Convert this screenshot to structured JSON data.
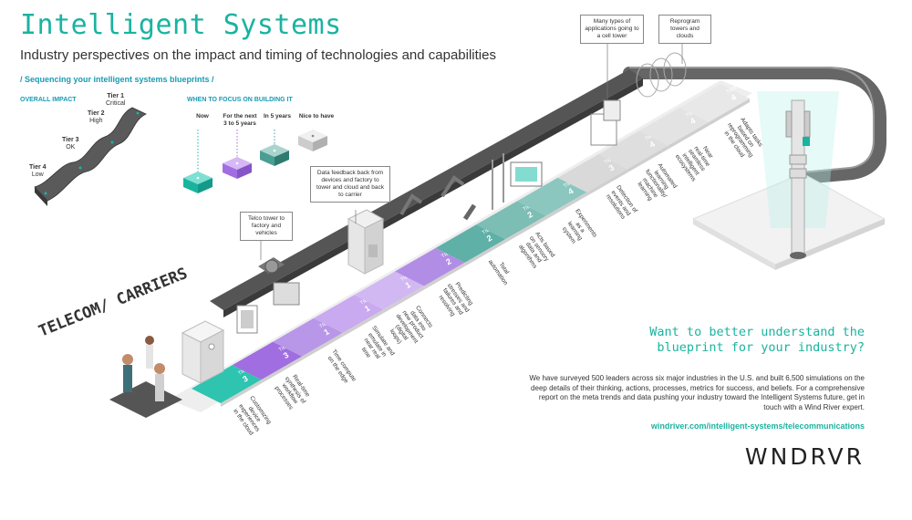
{
  "header": {
    "title": "Intelligent Systems",
    "subtitle": "Industry perspectives on the impact and timing of technologies and capabilities",
    "section_label": "/ Sequencing your intelligent systems blueprints /"
  },
  "overall_impact": {
    "heading": "OVERALL IMPACT",
    "tiers": [
      {
        "tier": "Tier 1",
        "level": "Critical"
      },
      {
        "tier": "Tier 2",
        "level": "High"
      },
      {
        "tier": "Tier 3",
        "level": "OK"
      },
      {
        "tier": "Tier 4",
        "level": "Low"
      }
    ]
  },
  "when_to_focus": {
    "heading": "WHEN TO FOCUS ON BUILDING IT",
    "options": [
      {
        "label": "Now",
        "color": "#1ab3a0"
      },
      {
        "label": "For the next 3 to 5 years",
        "color": "#a06ee0"
      },
      {
        "label": "In 5 years",
        "color": "#4a9e94"
      },
      {
        "label": "Nice to have",
        "color": "#cccccc"
      }
    ]
  },
  "callouts": {
    "telco_tower": "Telco tower to factory and vehicles",
    "data_feedback": "Data feedback back from devices and factory to tower and cloud and back to carrier",
    "many_apps": "Many types of applications going to a cell tower",
    "reprogram": "Reprogram towers and clouds"
  },
  "industry": "TELECOM/ CARRIERS",
  "conveyor_segments": [
    {
      "tier_label": "TIER 3",
      "caption": "Customizing device experiences in the cloud",
      "color": "#2ec4b0"
    },
    {
      "tier_label": "TIER 3",
      "caption": "Real-time synthesis of workflow processes",
      "color": "#a06ee0"
    },
    {
      "tier_label": "TIER 1",
      "caption": "Time compute on the edge",
      "color": "#b896e8"
    },
    {
      "tier_label": "TIER 1",
      "caption": "Simulate and emulate in near real time",
      "color": "#c9a9ef"
    },
    {
      "tier_label": "TIER 1",
      "caption": "Connects data into new product development (digital loops)",
      "color": "#d2b8f2"
    },
    {
      "tier_label": "TIER 2",
      "caption": "Predicting stresses and failures and resolving",
      "color": "#b18de6"
    },
    {
      "tier_label": "TIER 2",
      "caption": "Total automation",
      "color": "#5fb0a6"
    },
    {
      "tier_label": "TIER 2",
      "caption": "Acts based on sensory data and algorithms",
      "color": "#7cbdb4"
    },
    {
      "tier_label": "TIER 4",
      "caption": "Experiments as a learning system",
      "color": "#8cc7bf"
    },
    {
      "tier_label": "TIER 3",
      "caption": "Detection of events and resolutions",
      "color": "#d9d9d9"
    },
    {
      "tier_label": "TIER 4",
      "caption": "Automated learning functionality/ machine learning",
      "color": "#dedede"
    },
    {
      "tier_label": "TIER 4",
      "caption": "Near real-time seamless intelligent ecosystems",
      "color": "#e3e3e3"
    },
    {
      "tier_label": "TIER 4",
      "caption": "Adapts tasks based on reprogramming in the cloud",
      "color": "#e8e8e8"
    }
  ],
  "cta": {
    "headline": "Want to better understand the blueprint for your industry?",
    "body": "We have surveyed 500 leaders across six major industries in the U.S. and built 6,500 simulations on the deep details of their thinking, actions, processes, metrics for success, and beliefs. For a comprehensive report on the meta trends and data pushing your industry toward the Intelligent Systems future, get in touch with a Wind River expert.",
    "link": "windriver.com/intelligent-systems/telecommunications"
  },
  "logo": "WNDRVR"
}
